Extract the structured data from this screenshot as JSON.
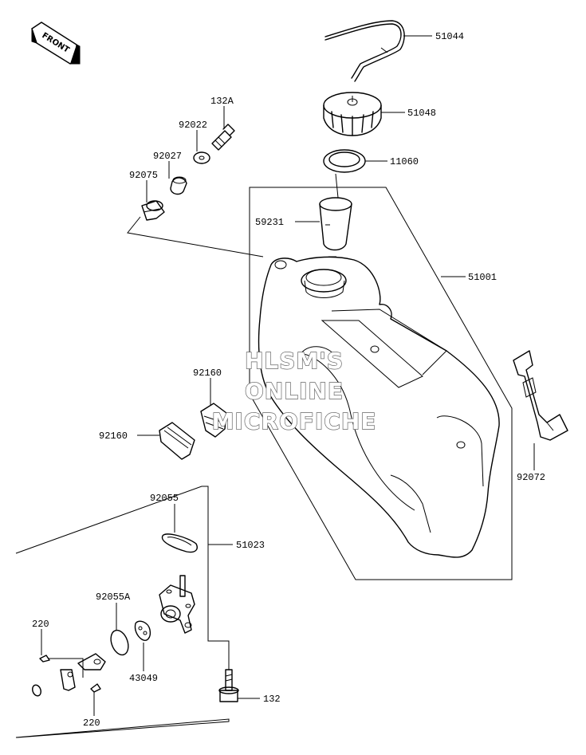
{
  "front_badge": {
    "label": "FRONT"
  },
  "watermark": {
    "lines": [
      "HLSM'S",
      "ONLINE",
      "MICROFICHE"
    ]
  },
  "parts": [
    {
      "id": "51044",
      "label": "51044",
      "name": "breather-hose"
    },
    {
      "id": "51048",
      "label": "51048",
      "name": "fuel-cap"
    },
    {
      "id": "11060",
      "label": "11060",
      "name": "cap-gasket"
    },
    {
      "id": "59231",
      "label": "59231",
      "name": "filler-strainer"
    },
    {
      "id": "51001",
      "label": "51001",
      "name": "fuel-tank"
    },
    {
      "id": "132A",
      "label": "132A",
      "name": "tank-bolt"
    },
    {
      "id": "92022",
      "label": "92022",
      "name": "washer"
    },
    {
      "id": "92027",
      "label": "92027",
      "name": "collar"
    },
    {
      "id": "92075",
      "label": "92075",
      "name": "damper-grommet"
    },
    {
      "id": "92160a",
      "label": "92160",
      "name": "pad-upper"
    },
    {
      "id": "92160b",
      "label": "92160",
      "name": "pad-lower"
    },
    {
      "id": "92072",
      "label": "92072",
      "name": "tank-strap"
    },
    {
      "id": "92055",
      "label": "92055",
      "name": "valve-gasket"
    },
    {
      "id": "51023",
      "label": "51023",
      "name": "fuel-cock-assy"
    },
    {
      "id": "92055A",
      "label": "92055A",
      "name": "o-ring"
    },
    {
      "id": "43049",
      "label": "43049",
      "name": "valve-seal"
    },
    {
      "id": "220a",
      "label": "220",
      "name": "screw-upper"
    },
    {
      "id": "220b",
      "label": "220",
      "name": "screw-lower"
    },
    {
      "id": "132",
      "label": "132",
      "name": "cock-bolt"
    }
  ]
}
